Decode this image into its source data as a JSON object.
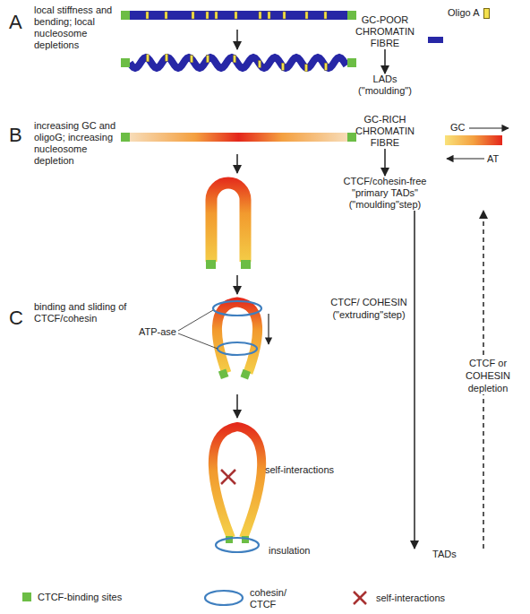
{
  "diagram": {
    "nodes": [
      {
        "text": [
          "GC-POOR CHROMATIN FIBRE"
        ]
      },
      {
        "text": [
          "LADs (\"moulding\")"
        ]
      },
      {
        "text": [
          "GC-RICH CHROMATIN FIBRE"
        ]
      },
      {
        "text": [
          "CTCF/cohesin-free \"primary TADs\" (\"moulding\"step)"
        ]
      },
      {
        "text": [
          "TADs"
        ]
      }
    ],
    "edges": [
      {
        "from": 0,
        "to": 1,
        "arrow": "to"
      },
      {
        "from": 2,
        "to": 3,
        "arrow": "to"
      },
      {
        "from": 3,
        "to": 4,
        "arrow": "to",
        "label": "CTCF/ COHESIN (\"extruding\"step)"
      },
      {
        "from": 4,
        "to": 3,
        "arrow": "to",
        "label": "CTCF or COHESIN depletion"
      }
    ],
    "labels": [
      "A",
      "local stiffness and bending; local nucleosome depletions",
      "B",
      "increasing GC and oligoG; increasing nucleosome depletion",
      "GC",
      "AT",
      "C",
      "binding and sliding of CTCF/cohesin",
      "ATP-ase",
      "self-interactions",
      "insulation"
    ],
    "legend": [
      {
        "text": "Oligo A",
        "color": "#f4e04d"
      },
      {
        "text": "CTCF-binding sites",
        "color": "#6cbd45"
      },
      {
        "text": "cohesin/ CTCF"
      },
      {
        "text": "self-interactions"
      }
    ]
  }
}
